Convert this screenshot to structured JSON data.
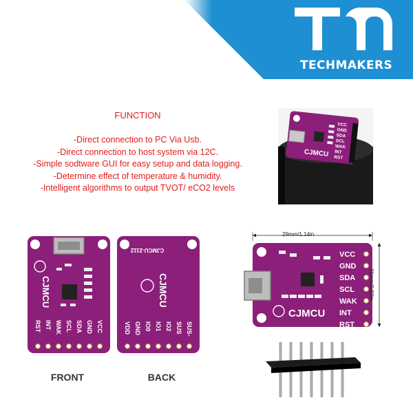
{
  "brand": {
    "logo_letters": "TM",
    "name": "TECHMAKERS"
  },
  "function": {
    "title": "FUNCTION",
    "items": [
      "-Direct connection to PC Via Usb.",
      "-Direct connection to host system via 12C.",
      "-Simple sodtware GUI for easy setup and data logging.",
      "-Determine effect of temperature & humidity.",
      "-Intelligent algorithms to output TVOT/ eCO2 levels"
    ]
  },
  "board": {
    "brand": "CJMCU",
    "model": "CJMCU-2112",
    "front_pins": [
      "RST",
      "INT",
      "WAK",
      "SCL",
      "SDA",
      "GND",
      "VCC"
    ],
    "back_pins": [
      "VDD",
      "GND",
      "IO0",
      "IO1",
      "IO2",
      "SUS",
      "SUS-"
    ],
    "side_pins": [
      "VCC",
      "GND",
      "SDA",
      "SCL",
      "WAK",
      "INT",
      "RST"
    ]
  },
  "captions": {
    "front": "FRONT",
    "back": "BACK"
  },
  "dimensions": {
    "width": "29mm/1.14in",
    "height": "21mm/0.82in"
  },
  "colors": {
    "banner": "#1e8fd3",
    "pcb": "#8b1f7a",
    "pcb_dark": "#6a155c",
    "text_red": "#e21b1b"
  }
}
